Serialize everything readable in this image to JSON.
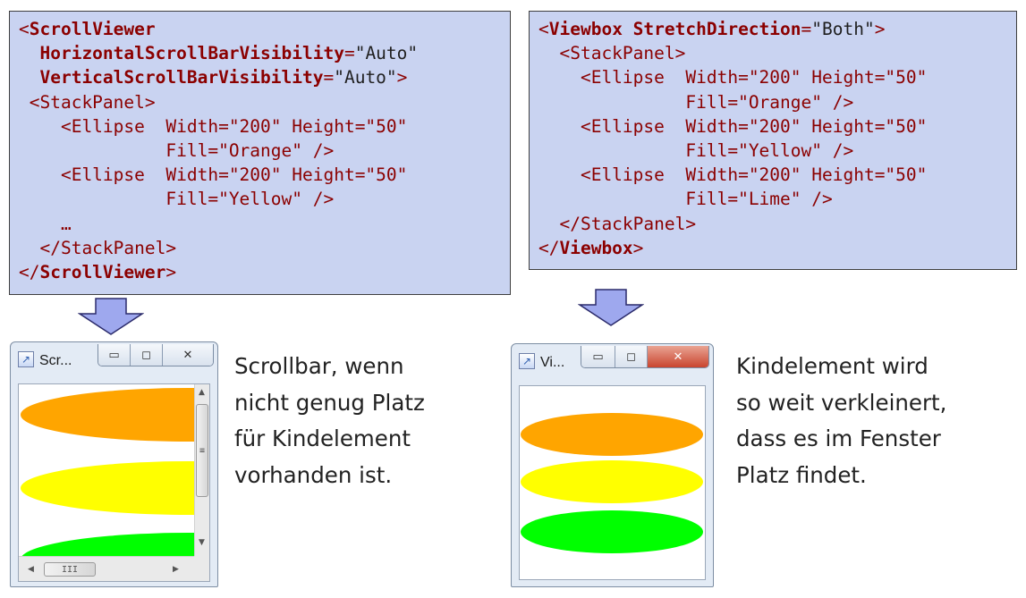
{
  "left_code": {
    "lines": [
      [
        {
          "t": "<",
          "c": "t"
        },
        {
          "t": "ScrollViewer",
          "c": "t bold"
        }
      ],
      [
        {
          "t": "  ",
          "c": "t"
        },
        {
          "t": "HorizontalScrollBarVisibility",
          "c": "t bold"
        },
        {
          "t": "=",
          "c": "t"
        },
        {
          "t": "\"Auto\"",
          "c": "q"
        }
      ],
      [
        {
          "t": "  ",
          "c": "t"
        },
        {
          "t": "VerticalScrollBarVisibility",
          "c": "t bold"
        },
        {
          "t": "=",
          "c": "t"
        },
        {
          "t": "\"Auto\"",
          "c": "q"
        },
        {
          "t": ">",
          "c": "t"
        }
      ],
      [
        {
          "t": " <StackPanel>",
          "c": "t"
        }
      ],
      [
        {
          "t": "    <Ellipse  ",
          "c": "t"
        },
        {
          "t": "Width=\"200\" Height=\"50\"",
          "c": "t"
        }
      ],
      [
        {
          "t": "              ",
          "c": "t"
        },
        {
          "t": "Fill=\"Orange\" />",
          "c": "t"
        }
      ],
      [
        {
          "t": "    <Ellipse  ",
          "c": "t"
        },
        {
          "t": "Width=\"200\" Height=\"50\"",
          "c": "t"
        }
      ],
      [
        {
          "t": "              ",
          "c": "t"
        },
        {
          "t": "Fill=\"Yellow\" />",
          "c": "t"
        }
      ],
      [
        {
          "t": "    …",
          "c": "t"
        }
      ],
      [
        {
          "t": "  </StackPanel>",
          "c": "t"
        }
      ],
      [
        {
          "t": "</",
          "c": "t"
        },
        {
          "t": "ScrollViewer",
          "c": "t bold"
        },
        {
          "t": ">",
          "c": "t"
        }
      ]
    ]
  },
  "right_code": {
    "lines": [
      [
        {
          "t": "<",
          "c": "t"
        },
        {
          "t": "Viewbox StretchDirection",
          "c": "t bold"
        },
        {
          "t": "=",
          "c": "t"
        },
        {
          "t": "\"Both\"",
          "c": "q"
        },
        {
          "t": ">",
          "c": "t"
        }
      ],
      [
        {
          "t": "  <StackPanel>",
          "c": "t"
        }
      ],
      [
        {
          "t": "    <Ellipse  ",
          "c": "t"
        },
        {
          "t": "Width=\"200\" Height=\"50\"",
          "c": "t"
        }
      ],
      [
        {
          "t": "              ",
          "c": "t"
        },
        {
          "t": "Fill=\"Orange\" />",
          "c": "t"
        }
      ],
      [
        {
          "t": "    <Ellipse  ",
          "c": "t"
        },
        {
          "t": "Width=\"200\" Height=\"50\"",
          "c": "t"
        }
      ],
      [
        {
          "t": "              ",
          "c": "t"
        },
        {
          "t": "Fill=\"Yellow\" />",
          "c": "t"
        }
      ],
      [
        {
          "t": "    <Ellipse  ",
          "c": "t"
        },
        {
          "t": "Width=\"200\" Height=\"50\"",
          "c": "t"
        }
      ],
      [
        {
          "t": "              ",
          "c": "t"
        },
        {
          "t": "Fill=\"Lime\" />",
          "c": "t"
        }
      ],
      [
        {
          "t": "  </StackPanel>",
          "c": "t"
        }
      ],
      [
        {
          "t": "</",
          "c": "t"
        },
        {
          "t": "Viewbox",
          "c": "t bold"
        },
        {
          "t": ">",
          "c": "t"
        }
      ]
    ]
  },
  "left_window": {
    "title": "Scr...",
    "min_glyph": "▭",
    "max_glyph": "◻",
    "close_glyph": "✕",
    "thumb_glyph": "≡",
    "hthumb_glyph": "III",
    "up_glyph": "▲",
    "down_glyph": "▼",
    "left_glyph": "◀",
    "right_glyph": "▶"
  },
  "right_window": {
    "title": "Vi...",
    "min_glyph": "▭",
    "max_glyph": "◻",
    "close_glyph": "✕"
  },
  "left_desc": {
    "lines": [
      "Scrollbar, wenn",
      "nicht genug Platz",
      "für Kindelement",
      "vorhanden ist."
    ]
  },
  "right_desc": {
    "lines": [
      "Kindelement wird",
      "so weit verkleinert,",
      "dass es im Fenster",
      "Platz findet."
    ]
  },
  "colors": {
    "code_bg": "#c9d3f1",
    "code_text": "#8b0000",
    "arrow_fill": "#9ea8ee",
    "orange": "#ffa500",
    "yellow": "#ffff00",
    "lime": "#00ff00"
  }
}
